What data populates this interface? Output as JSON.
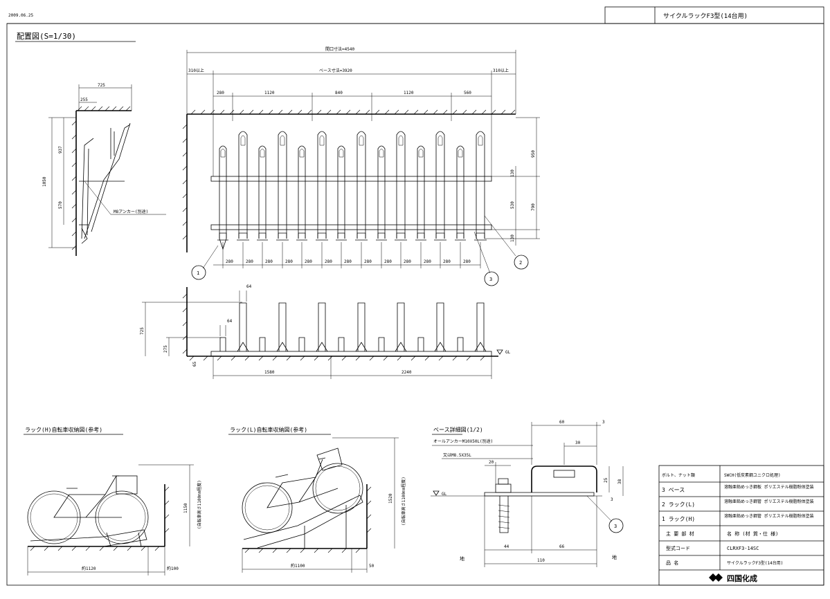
{
  "header": {
    "date": "2009.06.25",
    "title": "サイクルラックF3型(14台用)"
  },
  "views": {
    "side_view_label": "配置図(S=1/30)",
    "rack_high_label": "ラック(H)自転車収納図(参考)",
    "rack_low_label": "ラック(L)自転車収納図(参考)",
    "base_detail_label": "ベース詳細図(1/2)"
  },
  "dimensions": {
    "overall_width": "間口寸法=4540",
    "base_width": "ベース寸法=3920",
    "margin_left": "310以上",
    "margin_right": "310以上",
    "top_spacings": [
      "280",
      "1120",
      "840",
      "1120",
      "560"
    ],
    "bottom_spacings": [
      "280",
      "280",
      "280",
      "280",
      "280",
      "280",
      "280",
      "280",
      "280",
      "280",
      "280",
      "280",
      "280"
    ],
    "side_widths": [
      "725",
      "255"
    ],
    "side_heights": [
      "1050",
      "937",
      "570"
    ],
    "side_anchor": "M8アンカー(別途)",
    "right_heights": [
      "950",
      "790",
      "530",
      "130",
      "130"
    ],
    "elev_widths": [
      "64",
      "64"
    ],
    "elev_heights": [
      "725",
      "275"
    ],
    "elev_offset": "65",
    "elev_bottom": [
      "1580",
      "2240"
    ],
    "gl": "GL",
    "rack_high_dims": [
      "約1120",
      "約100",
      "1150",
      "(自転車高さ1100mm程度)"
    ],
    "rack_low_dims": [
      "約1100",
      "50",
      "1520",
      "(自転車高さ1100mm程度)"
    ],
    "base_dims": [
      "60",
      "30",
      "20",
      "3",
      "25",
      "38",
      "3",
      "44",
      "66",
      "110"
    ],
    "base_anchor_note": "オールアンカーM10X50L(別途)",
    "base_bolt_note": "又はM8.5X35L",
    "base_left_marker": "地",
    "base_right_marker": "地"
  },
  "markers": [
    "1",
    "2",
    "3",
    "3"
  ],
  "legend": {
    "rows": [
      {
        "label": "ボルト、ナット類",
        "value": "SWCH(低炭素鋼ユニクロ処理)"
      },
      {
        "label": "3  ベース",
        "value": "溶融亜鉛めっき鋼板\nポリエステル樹脂粉体塗装"
      },
      {
        "label": "2  ラック(L)",
        "value": "溶融亜鉛めっき鋼管\nポリエステル樹脂粉体塗装"
      },
      {
        "label": "1  ラック(H)",
        "value": "溶融亜鉛めっき鋼管\nポリエステル樹脂粉体塗装"
      },
      {
        "label": "主 要 部 材",
        "value": "名 称 (材 質・仕 様)"
      },
      {
        "label": "型式コード",
        "value": "CLRXF3-14SC"
      },
      {
        "label": "品    名",
        "value": "サイクルラックF3型(14台用)"
      }
    ],
    "company": "四国化成"
  }
}
